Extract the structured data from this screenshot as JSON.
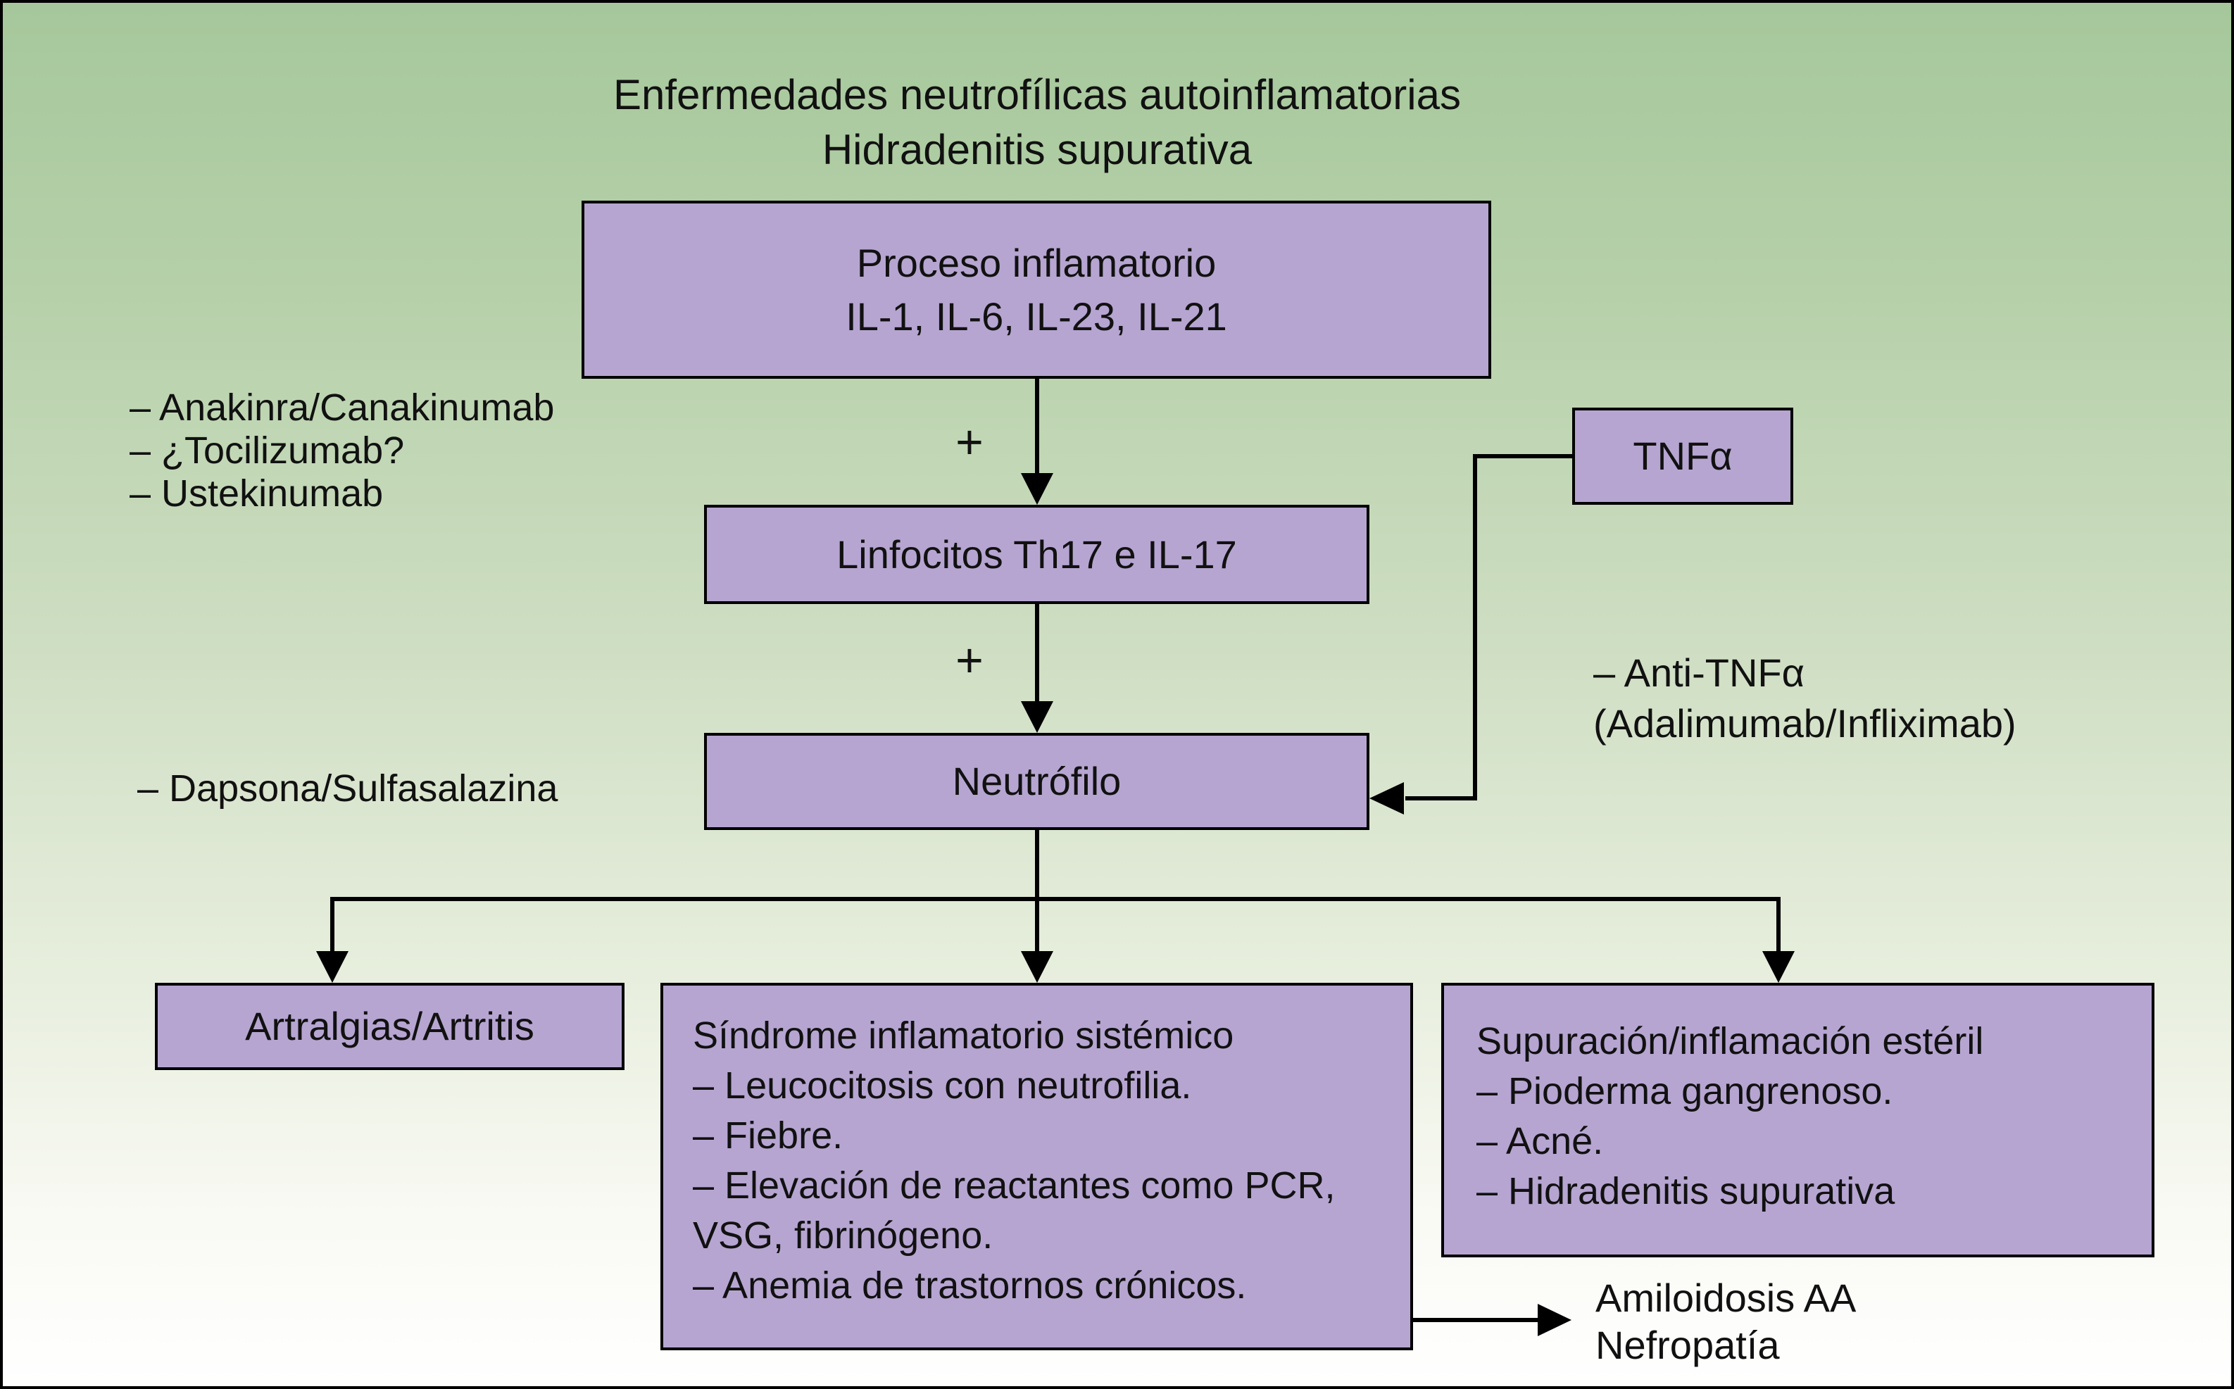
{
  "title": {
    "line1": "Enfermedades neutrofílicas autoinflamatorias",
    "line2": "Hidradenitis supurativa"
  },
  "nodes": {
    "proceso": {
      "line1": "Proceso inflamatorio",
      "line2": "IL-1, IL-6, IL-23, IL-21"
    },
    "linfocitos": {
      "label": "Linfocitos Th17 e IL-17"
    },
    "neutrofilo": {
      "label": "Neutrófilo"
    },
    "tnf": {
      "label": "TNFα"
    },
    "artralgias": {
      "label": "Artralgias/Artritis"
    },
    "sindrome": {
      "title": "Síndrome inflamatorio sistémico",
      "items": [
        "– Leucocitosis con neutrofilia.",
        "– Fiebre.",
        "– Elevación de reactantes como PCR, VSG, fibrinógeno.",
        "– Anemia de trastornos crónicos."
      ]
    },
    "supuracion": {
      "title": "Supuración/inflamación estéril",
      "items": [
        "– Pioderma gangrenoso.",
        "– Acné.",
        "– Hidradenitis supurativa"
      ]
    }
  },
  "annotations": {
    "il_drugs": [
      "– Anakinra/Canakinumab",
      "– ¿Tocilizumab?",
      "– Ustekinumab"
    ],
    "dapsona": "– Dapsona/Sulfasalazina",
    "anti_tnf_line1": "– Anti-TNFα",
    "anti_tnf_line2": "(Adalimumab/Infliximab)",
    "amiloidosis_line1": "Amiloidosis AA",
    "amiloidosis_line2": "Nefropatía",
    "plus1": "+",
    "plus2": "+"
  },
  "colors": {
    "box_fill": "#b6a5d1",
    "box_border": "#000000",
    "background_top": "#a6c79b",
    "background_bottom": "#ffffff",
    "line_color": "#000000"
  }
}
